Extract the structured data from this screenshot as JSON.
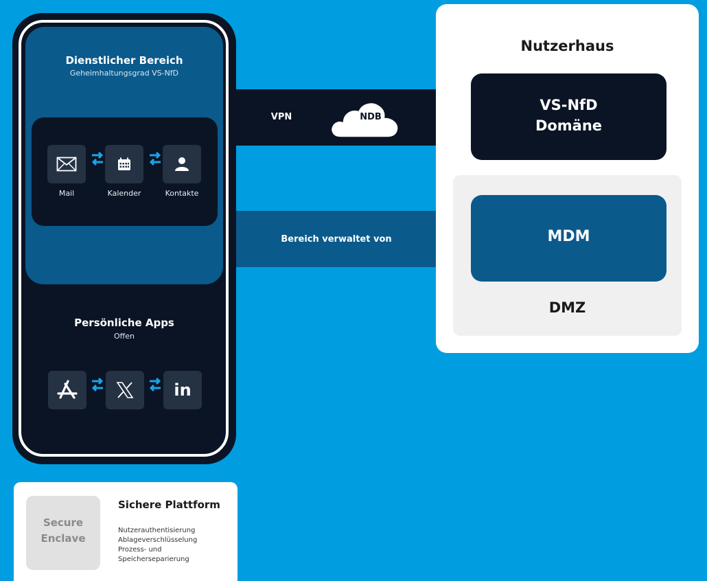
{
  "work_area": {
    "title": "Dienstlicher Bereich",
    "subtitle": "Geheimhaltungsgrad VS-NfD",
    "apps": [
      {
        "label": "Mail",
        "icon": "mail-icon"
      },
      {
        "label": "Kalender",
        "icon": "calendar-icon"
      },
      {
        "label": "Kontakte",
        "icon": "contact-icon"
      }
    ]
  },
  "personal_area": {
    "title": "Persönliche Apps",
    "subtitle": "Offen",
    "apps": [
      {
        "icon": "app-store-icon"
      },
      {
        "icon": "x-icon"
      },
      {
        "icon": "linkedin-icon",
        "glyph": "in"
      }
    ]
  },
  "connections": {
    "vpn_label": "VPN",
    "cloud_label": "NDB",
    "managed_label": "Bereich verwaltet von"
  },
  "user_house": {
    "title": "Nutzerhaus",
    "domain_line1": "VS-NfD",
    "domain_line2": "Domäne",
    "mdm_label": "MDM",
    "dmz_label": "DMZ"
  },
  "platform": {
    "enclave_line1": "Secure",
    "enclave_line2": "Enclave",
    "title": "Sichere Plattform",
    "features": [
      "Nutzerauthentisierung",
      "Ablageverschlüsselung",
      "Prozess- und",
      "Speicherseparierung"
    ]
  },
  "colors": {
    "background": "#009ee0",
    "dark": "#0b1424",
    "work_blue": "#0a5a8c",
    "sync_arrow": "#1aa3e8"
  }
}
